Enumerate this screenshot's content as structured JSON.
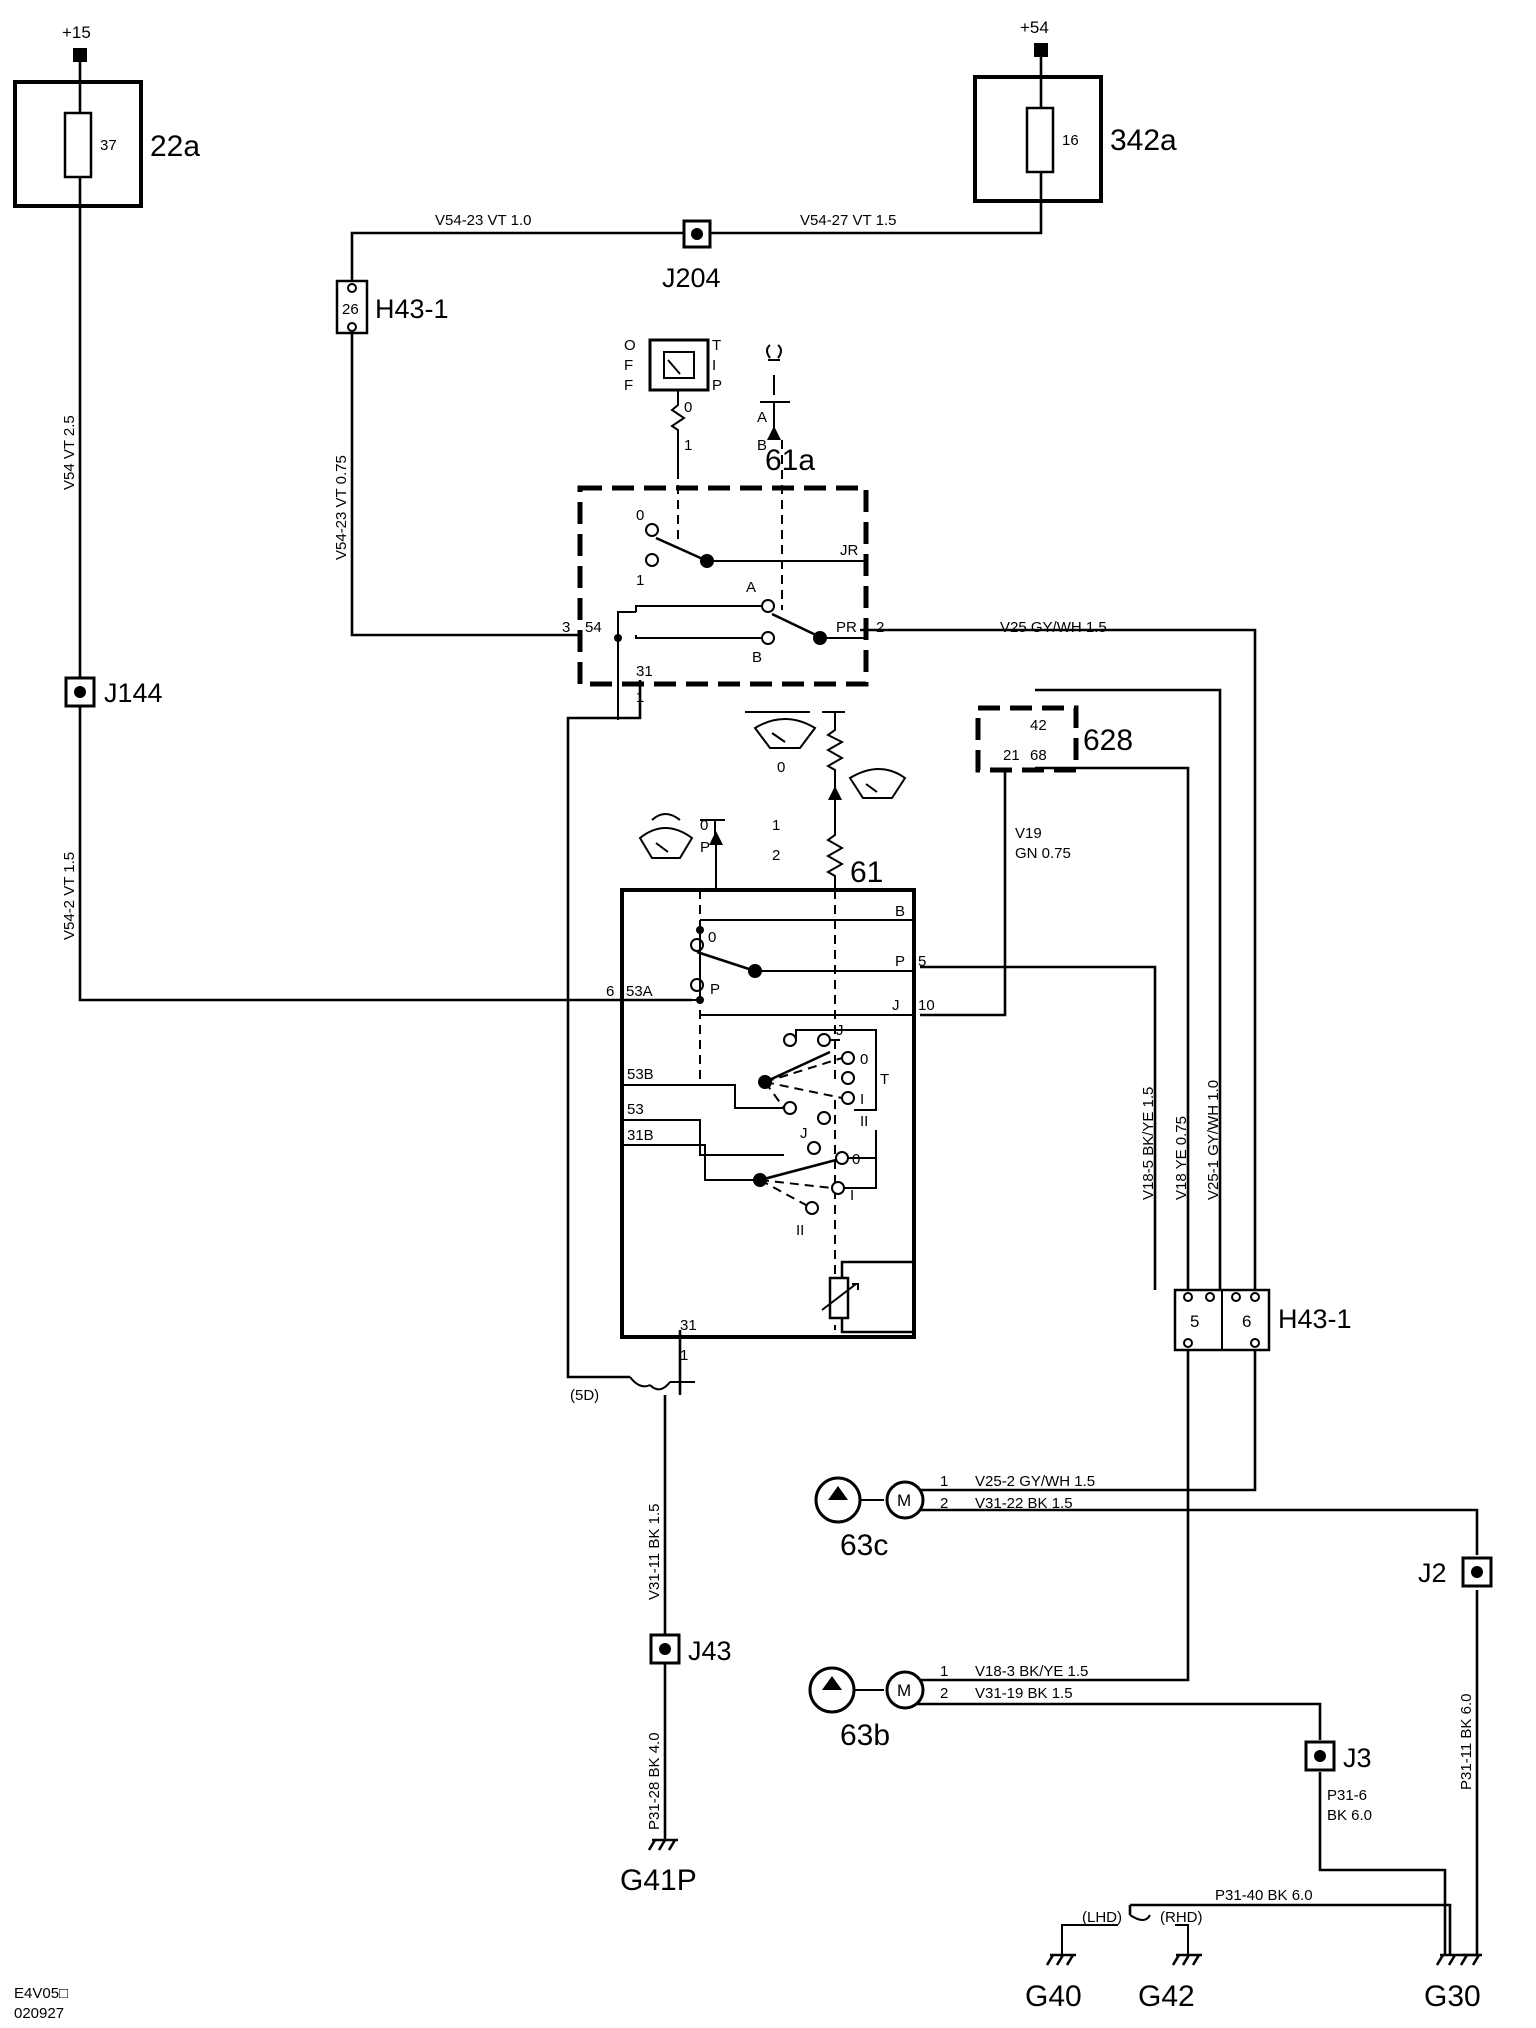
{
  "diagram": {
    "footer_code": "E4V05□",
    "footer_date": "020927",
    "components": {
      "fuse_22a": {
        "id": "22a",
        "feed": "+15",
        "fuse_no": "37"
      },
      "fuse_342a": {
        "id": "342a",
        "feed": "+54",
        "fuse_no": "16"
      },
      "splice_j204": "J204",
      "splice_j144": "J144",
      "splice_j43": "J43",
      "splice_j2": "J2",
      "splice_j3": "J3",
      "conn_top": {
        "id": "H43-1",
        "pin": "26"
      },
      "conn_bottom": {
        "id": "H43-1",
        "pin5": "5",
        "pin6": "6"
      },
      "switch_61a": "61a",
      "switch_61": "61",
      "module_628": {
        "id": "628",
        "pin_a": "42",
        "pin_b": "21",
        "pin_c": "68"
      },
      "pump_63c": "63c",
      "pump_63b": "63b",
      "motor": "M",
      "grounds": [
        "G41P",
        "G40",
        "G42",
        "G30"
      ]
    },
    "wires": {
      "v54_23_top": "V54-23   VT   1.0",
      "v54_27": "V54-27   VT   1.5",
      "v54_23_side": "V54-23   VT   0.75",
      "v54": "V54   VT   2.5",
      "v54_2": "V54-2   VT   1.5",
      "v25": "V25   GY/WH   1.5",
      "v19_a": "V19",
      "v19_b": "GN   0.75",
      "v18_5": "V18-5   BK/YE   1.5",
      "v18": "V18   YE   0.75",
      "v25_1": "V25-1   GY/WH   1.0",
      "v25_2": "V25-2   GY/WH   1.5",
      "v31_22": "V31-22   BK   1.5",
      "v18_3": "V18-3   BK/YE   1.5",
      "v31_19": "V31-19   BK   1.5",
      "v31_11": "V31-11   BK   1.5",
      "p31_28": "P31-28   BK   4.0",
      "p31_11": "P31-11   BK   6.0",
      "p31_6_a": "P31-6",
      "p31_6_b": "BK   6.0",
      "p31_40": "P31-40   BK   6.0",
      "lhd": "(LHD)",
      "rhd": "(RHD)",
      "note_5d": "(5D)"
    },
    "pins": {
      "n1": "1",
      "n2": "2",
      "n3": "3",
      "n5": "5",
      "n6": "6",
      "n10": "10",
      "n0": "0",
      "n31": "31",
      "n53": "53",
      "n53a": "53A",
      "n53b": "53B",
      "n31b": "31B",
      "n54": "54",
      "JR": "JR",
      "PR": "PR",
      "A": "A",
      "B": "B",
      "P": "P",
      "J": "J",
      "T": "T",
      "I": "I",
      "II": "II",
      "O": "O",
      "F": "F",
      "I_letter": "I"
    }
  }
}
